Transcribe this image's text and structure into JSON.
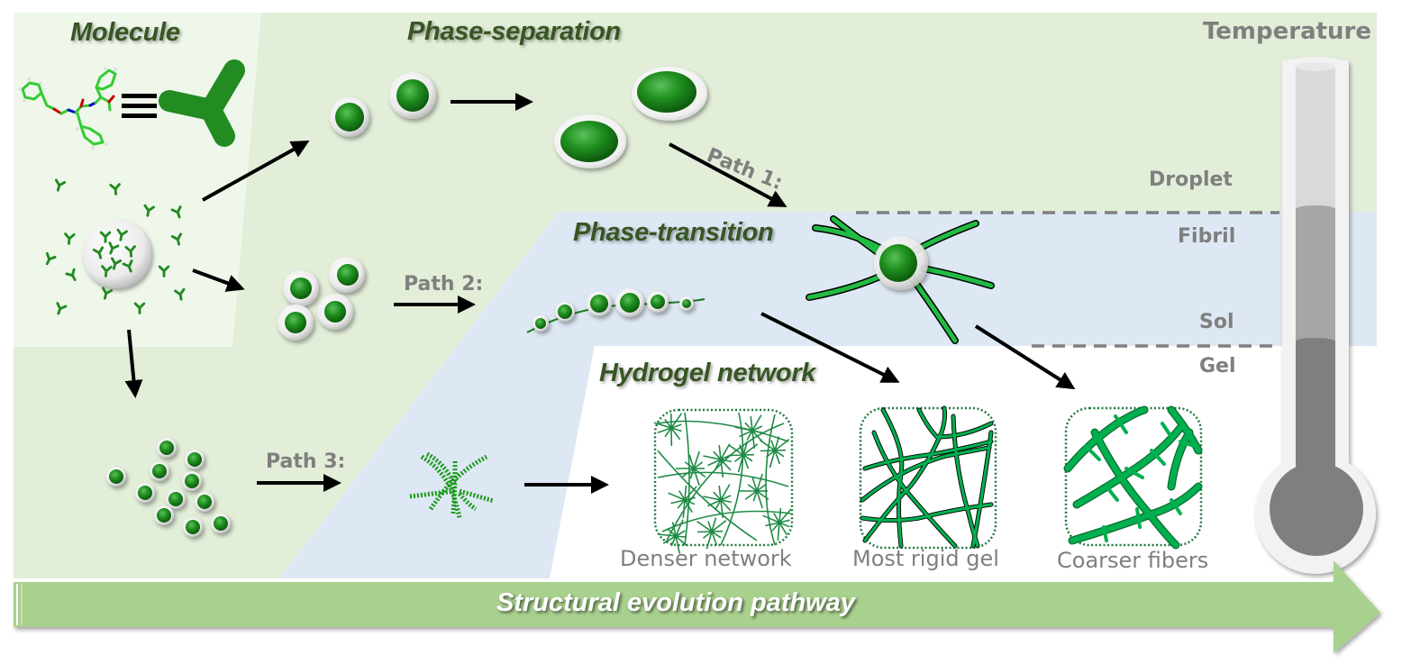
{
  "sections": {
    "molecule": "Molecule",
    "phase_separation": "Phase-separation",
    "phase_transition": "Phase-transition",
    "hydrogel_network": "Hydrogel network"
  },
  "equivalence_symbol": "≡",
  "paths": [
    "Path 1:",
    "Path 2:",
    "Path 3:"
  ],
  "temperature": {
    "title": "Temperature",
    "states": [
      "Droplet",
      "Fibril",
      "Sol",
      "Gel"
    ]
  },
  "network_outcomes": [
    "Denser network",
    "Most rigid gel",
    "Coarser fibers"
  ],
  "banner": "Structural evolution pathway",
  "colors": {
    "region_molecule": "#eef6ea",
    "region_phase_separation": "#e2eed8",
    "region_phase_transition": "#dde8f4",
    "region_hydrogel": "#ffffff",
    "banner": "#a9d18e",
    "title_text": "#375623",
    "label_grey": "#7f7f7f",
    "molecule_green": "#228b22",
    "fiber_green": "#00b050",
    "droplet_green": "#1e8a1e",
    "thermometer_dark": "#7f7f7f",
    "thermometer_mid": "#a6a6a6",
    "thermometer_light": "#d9d9d9"
  }
}
